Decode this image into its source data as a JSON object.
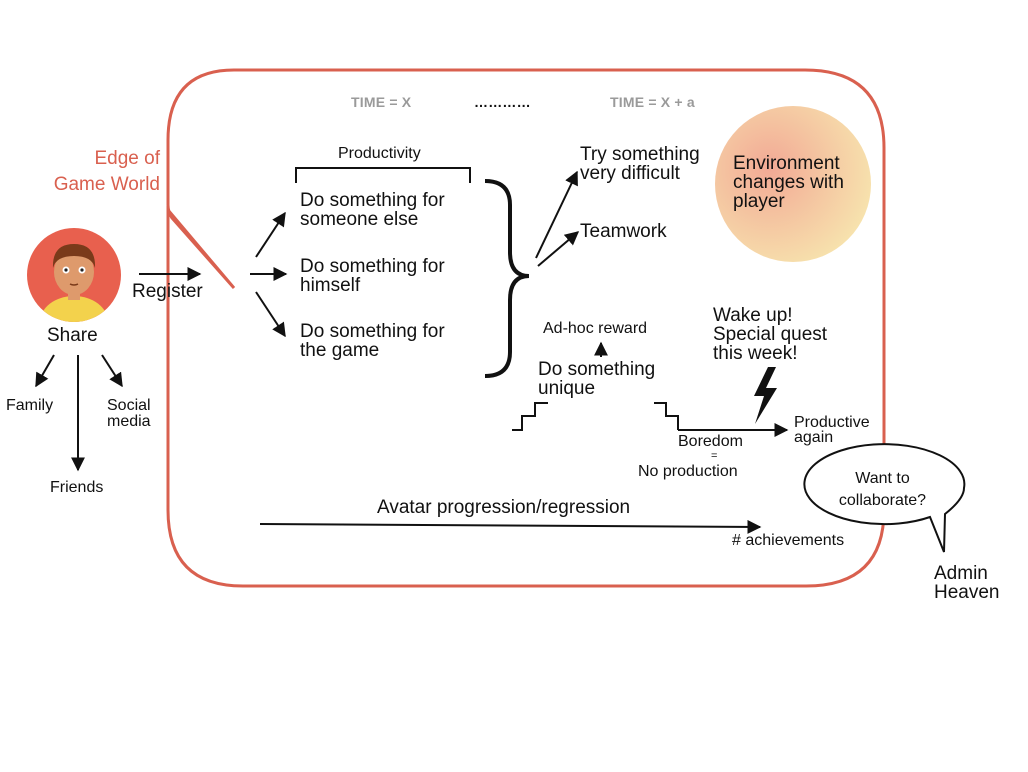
{
  "header": {
    "time_start": "TIME = X",
    "time_ellipsis": "…………",
    "time_end": "TIME = X + a"
  },
  "edge_label": "Edge of Game World",
  "player": {
    "share": "Share",
    "register": "Register",
    "family": "Family",
    "social_media": "Social media",
    "friends": "Friends"
  },
  "productivity": {
    "label": "Productivity",
    "options": [
      "Do something for someone else",
      "Do something for himself",
      "Do something for the game"
    ]
  },
  "outcomes": {
    "try_difficult": "Try something very difficult",
    "teamwork": "Teamwork",
    "adhoc_reward": "Ad-hoc reward",
    "unique": "Do something unique",
    "boredom": "Boredom",
    "equals": "=",
    "no_production": "No production",
    "productive_again": "Productive again"
  },
  "environment": "Environment changes with player",
  "wake_up": "Wake up! Special quest this week!",
  "progression": {
    "label": "Avatar progression/regression",
    "achievements": "# achievements"
  },
  "admin": {
    "bubble": "Want to collaborate?",
    "name": "Admin Heaven"
  },
  "colors": {
    "border": "#d9604f",
    "header_text": "#9a9a9a",
    "avatar_bg": "#e8604e",
    "avatar_shirt": "#f3d24c",
    "avatar_skin": "#de9a6c",
    "avatar_hair": "#7a3a1a",
    "circle_inner": "#f3b39a",
    "circle_outer": "#f6e2ae"
  }
}
